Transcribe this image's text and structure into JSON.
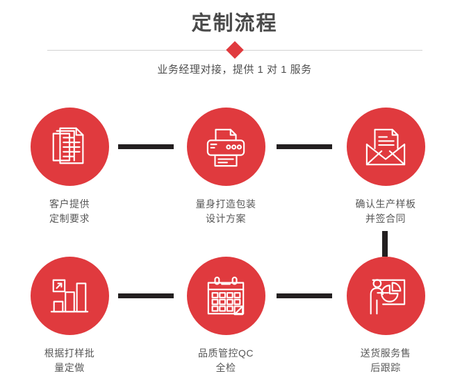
{
  "header": {
    "title": "定制流程",
    "subtitle": "业务经理对接，提供 1 对 1 服务",
    "divider_icon": "diamond-icon"
  },
  "theme": {
    "accent_red": "#e03a3e",
    "connector_dark": "#231f20",
    "title_gray": "#4a4a4a",
    "label_gray": "#575757",
    "divider_gray": "#d2d2d2",
    "background": "#ffffff"
  },
  "flow": {
    "rows": [
      {
        "steps": [
          {
            "index": "1",
            "icon": "documents-stack-icon",
            "label": "客户提供\n定制要求"
          },
          {
            "index": "2",
            "icon": "printer-icon",
            "label": "量身打造包装\n设计方案"
          },
          {
            "index": "3",
            "icon": "envelope-letter-icon",
            "label": "确认生产样板\n并签合同"
          }
        ],
        "connectors": [
          "arrow-bar-icon",
          "arrow-bar-icon"
        ]
      },
      {
        "steps": [
          {
            "index": "4",
            "icon": "bar-chart-growth-icon",
            "label": "根据打样批\n量定做"
          },
          {
            "index": "5",
            "icon": "calendar-check-icon",
            "label": "品质管控QC\n全检"
          },
          {
            "index": "6",
            "icon": "presenter-pie-chart-icon",
            "label": "送货服务售\n后跟踪"
          }
        ],
        "connectors": [
          "arrow-bar-icon",
          "arrow-bar-icon"
        ]
      }
    ],
    "vertical_connector": "vertical-bar-icon"
  }
}
